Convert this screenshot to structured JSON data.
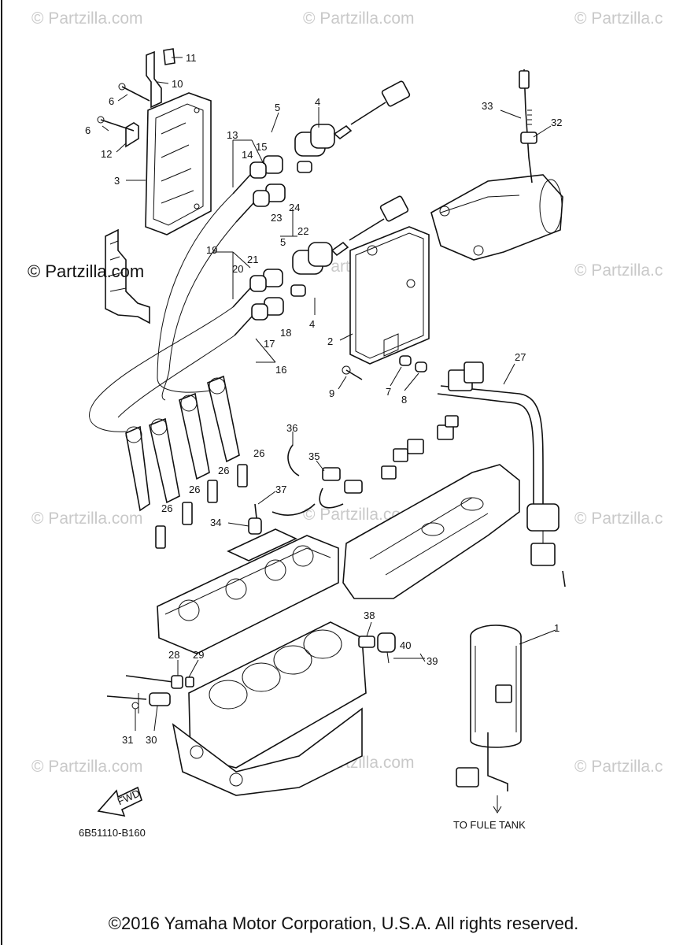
{
  "watermark": "© Partzilla.com",
  "watermark_cut": "© Partzilla.c",
  "callouts": [
    "1",
    "2",
    "3",
    "4",
    "4",
    "5",
    "5",
    "6",
    "6",
    "7",
    "8",
    "9",
    "10",
    "11",
    "12",
    "13",
    "14",
    "15",
    "16",
    "17",
    "18",
    "19",
    "20",
    "21",
    "22",
    "23",
    "24",
    "26",
    "26",
    "26",
    "26",
    "26",
    "27",
    "28",
    "29",
    "30",
    "31",
    "32",
    "33",
    "34",
    "35",
    "36",
    "37",
    "38",
    "39",
    "40"
  ],
  "to_fuel_tank_label": "TO FULE TANK",
  "fwd_label": "FWD",
  "diagram_code": "6B51110-B160",
  "copyright": "©2016  Yamaha Motor Corporation, U.S.A. All rights reserved."
}
